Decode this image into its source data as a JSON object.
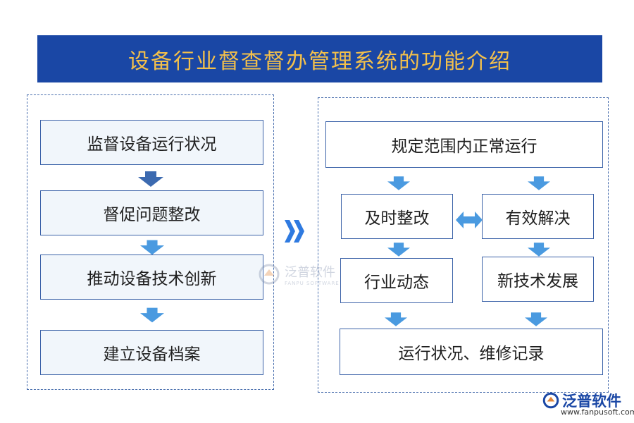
{
  "title": "设备行业督查督办管理系统的功能介绍",
  "left_steps": [
    "监督设备运行状况",
    "督促问题整改",
    "推动设备技术创新",
    "建立设备档案"
  ],
  "right": {
    "top": "规定范围内正常运行",
    "mid_left": "及时整改",
    "mid_right": "有效解决",
    "low_left": "行业动态",
    "low_right": "新技术发展",
    "bottom": "运行状况、维修记录"
  },
  "watermark": {
    "name": "泛普软件",
    "sub": "FANPU SOFTWARE"
  },
  "logo": {
    "name": "泛普软件",
    "url": "www.fanpusoft.com"
  },
  "colors": {
    "title_bg": "#1a47a5",
    "title_text": "#f3c04b",
    "box_border": "#3b62a8",
    "arrow_dark": "#3c6ab0",
    "arrow_light": "#4a9ae0"
  }
}
